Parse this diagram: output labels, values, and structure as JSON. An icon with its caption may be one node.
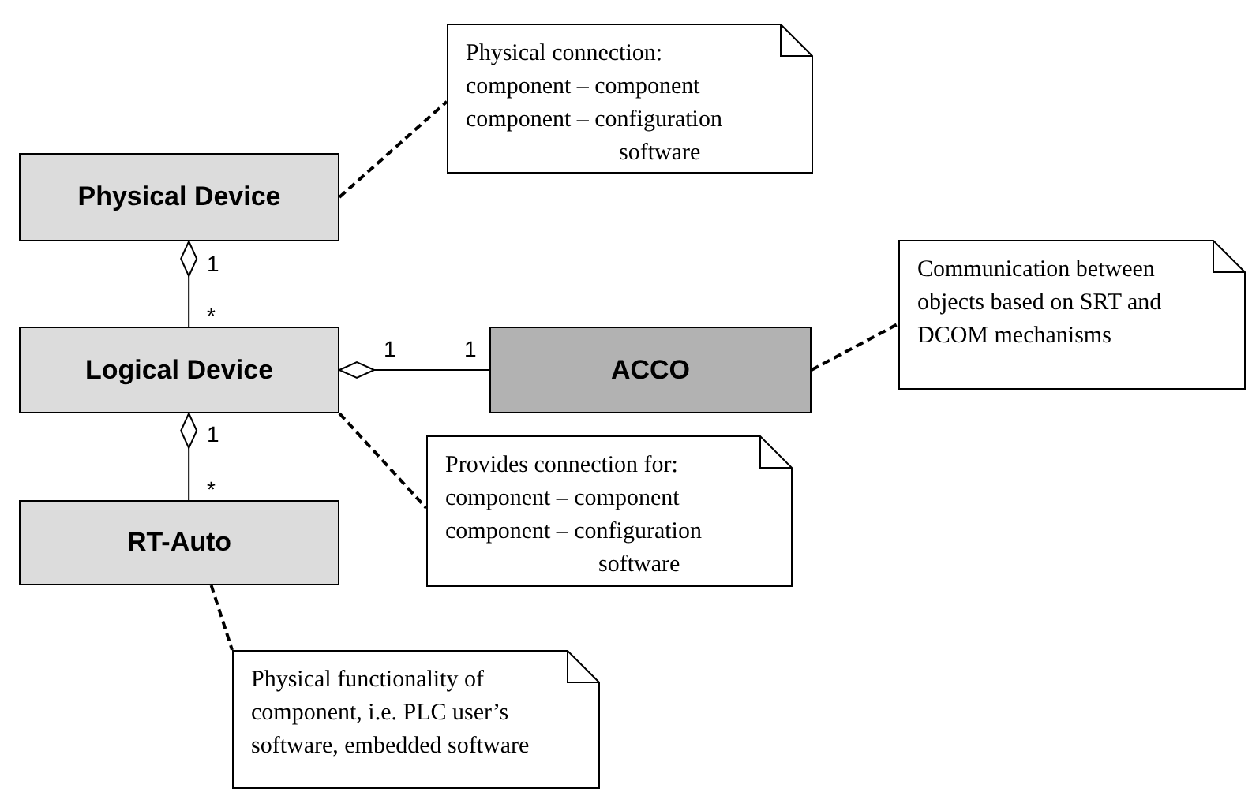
{
  "diagram": {
    "nodes": [
      {
        "text": [
          "Physical connection:",
          "component – component",
          "component – configuration software"
        ]
      },
      {
        "text": [
          "Physical Device"
        ]
      },
      {
        "text": [
          "Communication between objects based on SRT and DCOM mechanisms"
        ]
      },
      {
        "text": [
          "Logical Device"
        ]
      },
      {
        "text": [
          "ACCO"
        ]
      },
      {
        "text": [
          "Provides connection for:",
          "component – component",
          "component – configuration software"
        ]
      },
      {
        "text": [
          "RT-Auto"
        ]
      },
      {
        "text": [
          "Physical functionality of component, i.e. PLC user’s software, embedded software"
        ]
      }
    ],
    "edges": [
      {
        "from": 1,
        "to": 3,
        "arrow": "other"
      },
      {
        "from": 3,
        "to": 4,
        "arrow": "other"
      },
      {
        "from": 3,
        "to": 6,
        "arrow": "other"
      },
      {
        "from": 1,
        "to": 0,
        "arrow": "none",
        "style": "dashed"
      },
      {
        "from": 4,
        "to": 2,
        "arrow": "none",
        "style": "dashed"
      },
      {
        "from": 3,
        "to": 5,
        "arrow": "none",
        "style": "dashed"
      },
      {
        "from": 6,
        "to": 7,
        "arrow": "none",
        "style": "dashed"
      }
    ],
    "labels": [
      "1",
      "*",
      "1",
      "1",
      "1",
      "*"
    ]
  }
}
